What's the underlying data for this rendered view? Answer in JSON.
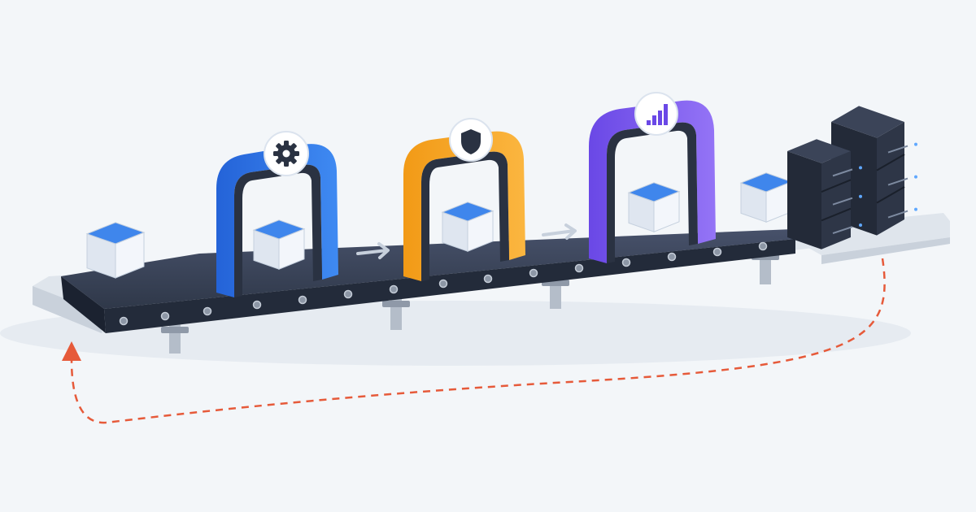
{
  "colors": {
    "background": "#f3f6f9",
    "belt_top": "#3a4356",
    "belt_front": "#232b3a",
    "frame": "#dde3ea",
    "build_arch": "#2f74e6",
    "security_arch": "#f5a623",
    "analytics_arch": "#7b5cf0",
    "box_top": "#3f86ec",
    "box_side": "#e9eef6",
    "server": "#2b3344",
    "return_arrow": "#e65a3a"
  },
  "stages": [
    {
      "id": "build",
      "icon": "gear-icon"
    },
    {
      "id": "security",
      "icon": "shield-icon"
    },
    {
      "id": "analytics",
      "icon": "bar-chart-icon"
    }
  ],
  "flow_arrows": 2,
  "destination": {
    "icon": "server-rack-icon",
    "units": 2
  },
  "loop": {
    "icon": "return-arrow-icon",
    "style": "dashed"
  }
}
